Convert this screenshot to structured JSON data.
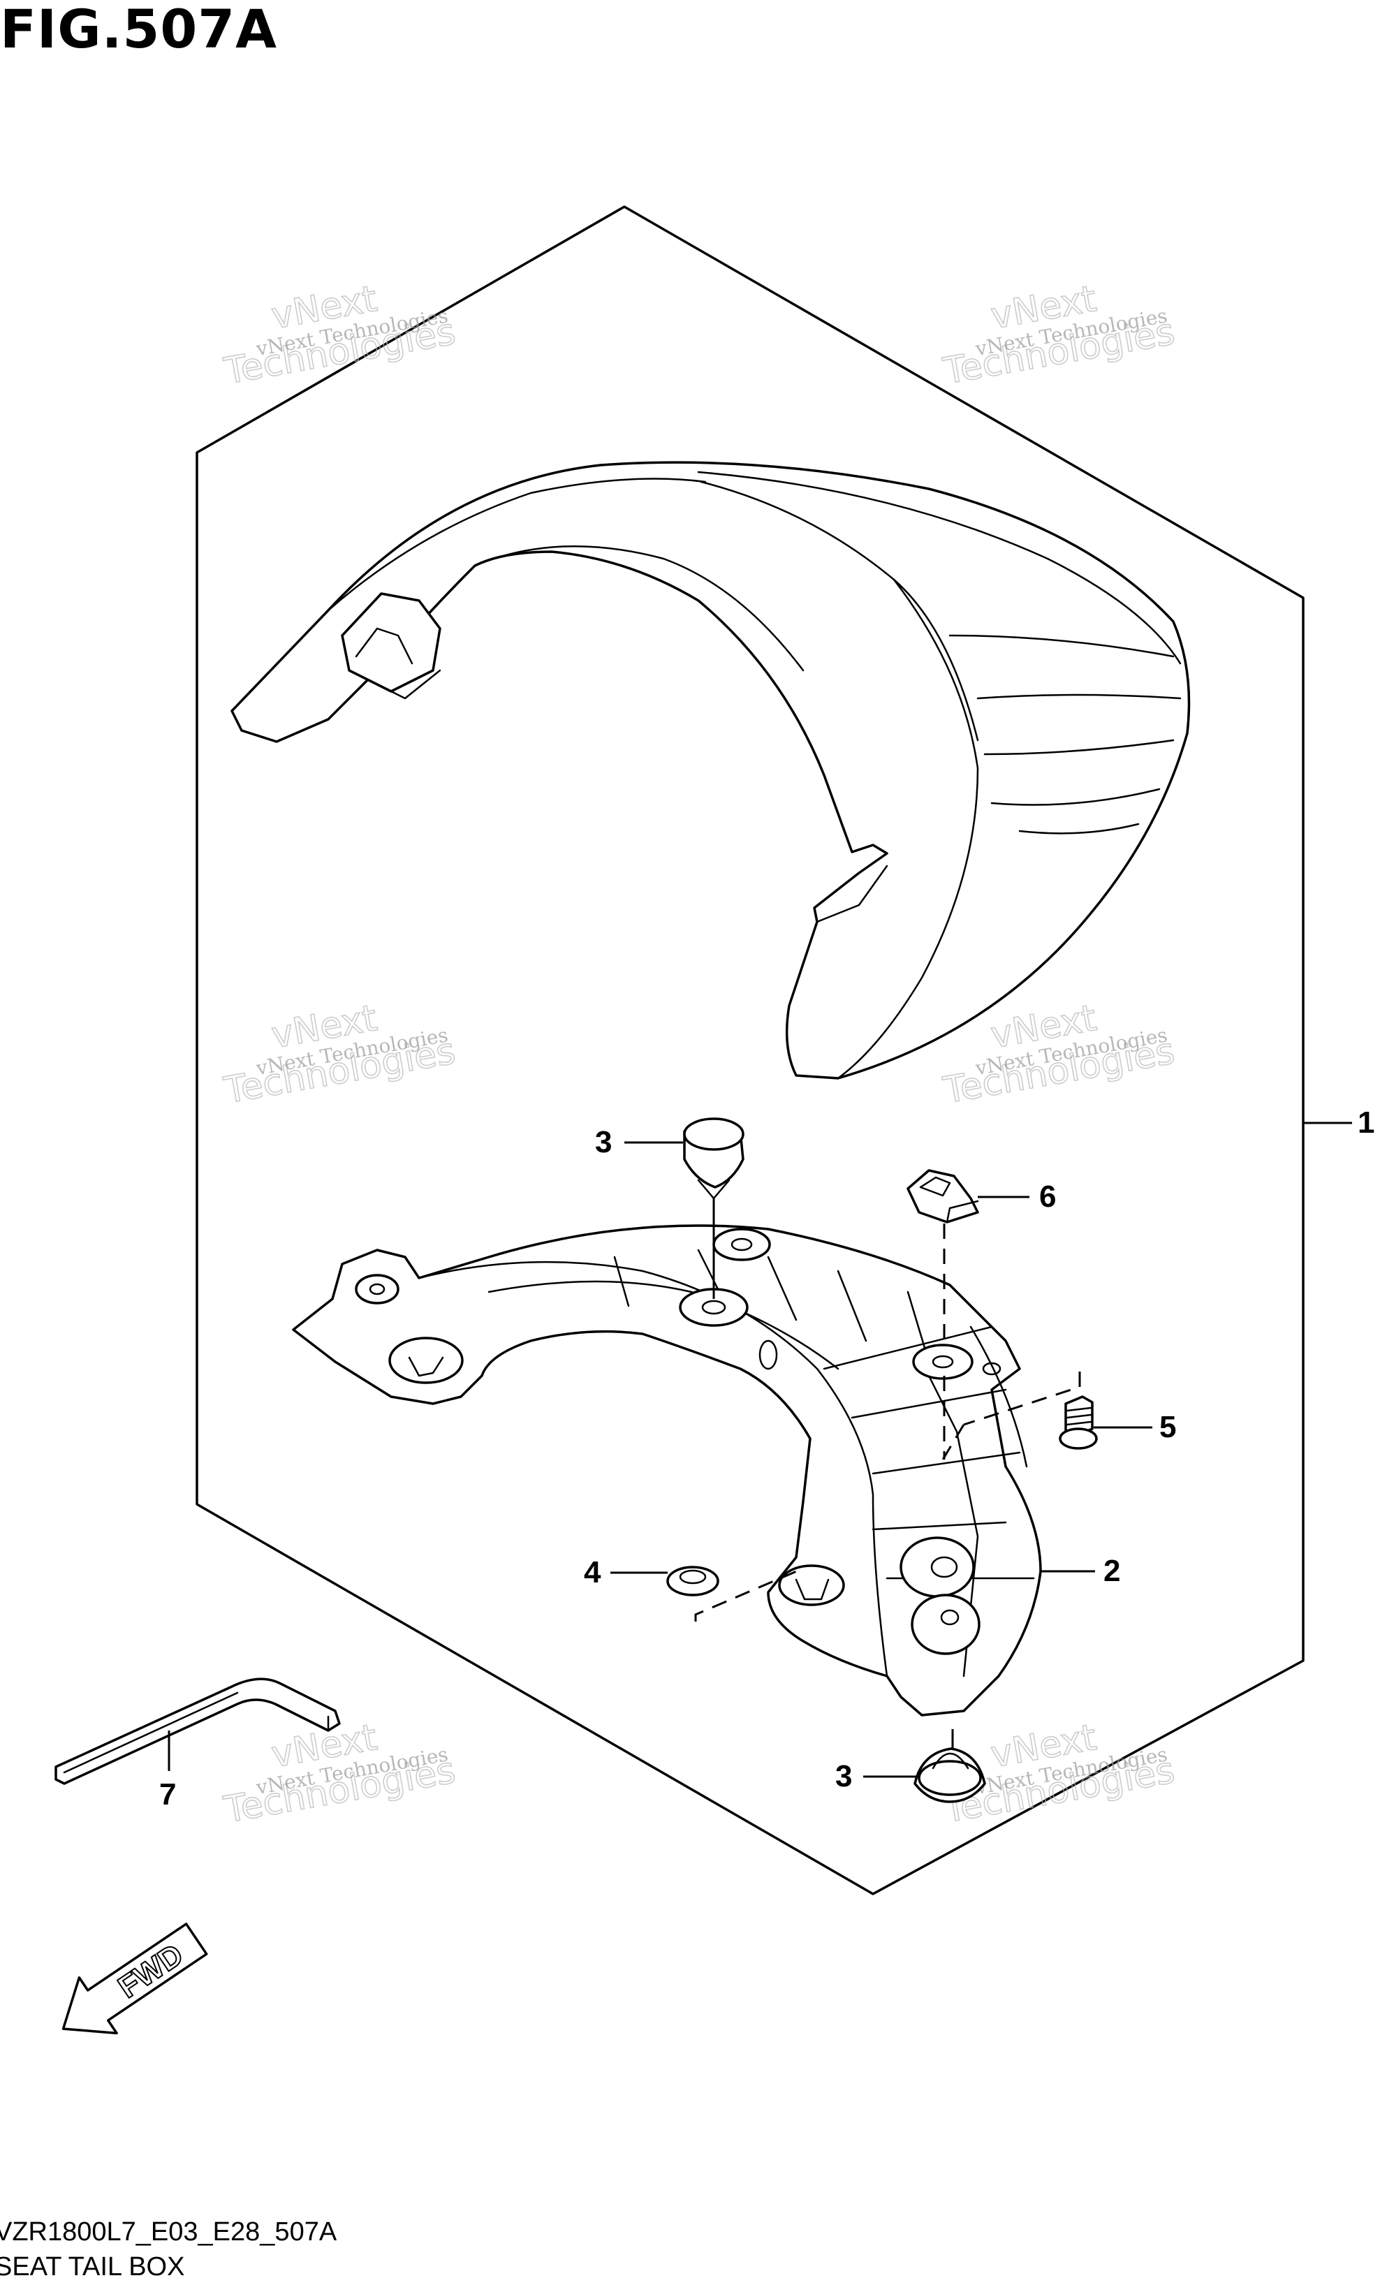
{
  "figure": {
    "title": "FIG.507A"
  },
  "parts": [
    {
      "ref": "1",
      "name": "seat-tail-box-assembly"
    },
    {
      "ref": "2",
      "name": "bracket"
    },
    {
      "ref": "3",
      "name": "cushion-upper"
    },
    {
      "ref": "3",
      "name": "cushion-lower"
    },
    {
      "ref": "4",
      "name": "cushion-small"
    },
    {
      "ref": "5",
      "name": "screw"
    },
    {
      "ref": "6",
      "name": "nut-clip"
    },
    {
      "ref": "7",
      "name": "hex-wrench"
    }
  ],
  "direction_arrow": {
    "label": "FWD"
  },
  "watermark": {
    "line1": "vNext",
    "line2": "Technologies",
    "small": "vNext Technologies"
  },
  "footer": {
    "code": "VZR1800L7_E03_E28_507A",
    "caption": "SEAT TAIL BOX"
  },
  "colors": {
    "ink": "#000000",
    "background": "#ffffff",
    "watermark": "#9a9a9a"
  }
}
